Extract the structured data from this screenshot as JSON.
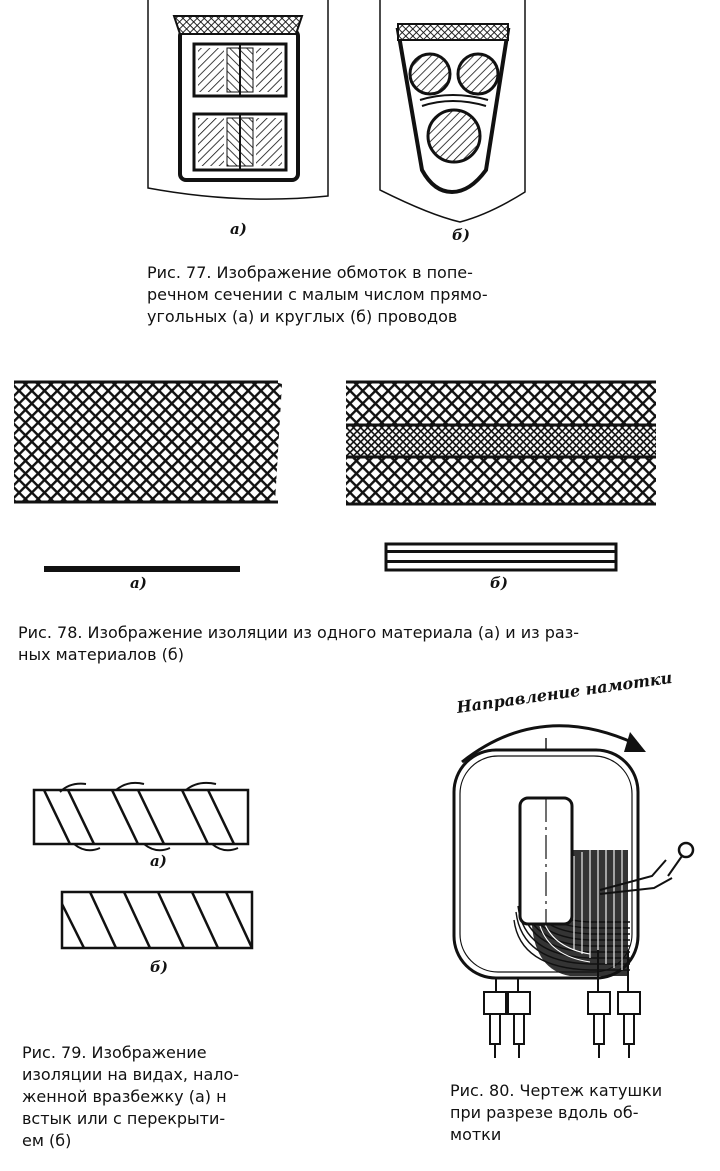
{
  "figures": {
    "fig77": {
      "caption": "Рис. 77. Изображение обмоток в попе-\nречном сечении с малым числом прямо-\nугольных (а) и круглых (б) проводов",
      "label_a": "а)",
      "label_b": "б)"
    },
    "fig78": {
      "caption": "Рис. 78. Изображение изоляции из одного материала (а) и из раз-\nных материалов (б)",
      "label_a": "а)",
      "label_b": "б)"
    },
    "fig79": {
      "caption": "Рис. 79.     Изображение\nизоляции на видах, нало-\nженной вразбежку (а) н\nвстык или с перекрыти-\nем (б)",
      "label_a": "а)",
      "label_b": "б)"
    },
    "fig80": {
      "caption": "Рис. 80. Чертеж катушки\nпри разрезе вдоль об-\nмотки",
      "arrow_label": "Направление намотки"
    }
  },
  "colors": {
    "ink": "#111111",
    "paper": "#ffffff"
  }
}
